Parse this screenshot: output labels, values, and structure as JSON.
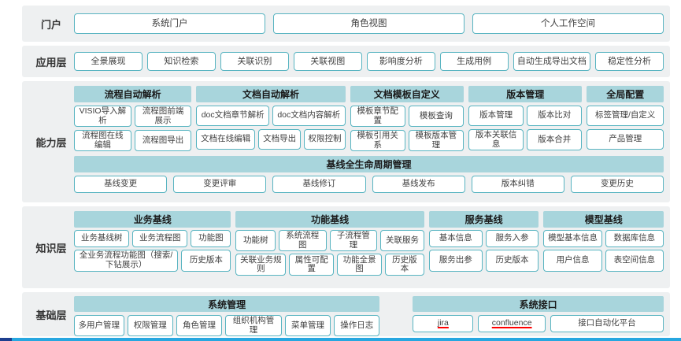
{
  "portal": {
    "label": "门户",
    "items": [
      "系统门户",
      "角色视图",
      "个人工作空间"
    ]
  },
  "application": {
    "label": "应用层",
    "items": [
      "全景展现",
      "知识检索",
      "关联识别",
      "关联视图",
      "影响度分析",
      "生成用例",
      "自动生成导出文档",
      "稳定性分析"
    ]
  },
  "capability": {
    "label": "能力层",
    "sections": [
      {
        "title": "流程自动解析",
        "rows": [
          [
            "VISIO导入解析",
            "流程图前端展示"
          ],
          [
            "流程图在线编辑",
            "流程图导出"
          ]
        ]
      },
      {
        "title": "文档自动解析",
        "rows": [
          [
            "doc文档章节解析",
            "doc文档内容解析"
          ],
          [
            "文档在线编辑",
            "文档导出",
            "权限控制"
          ]
        ]
      },
      {
        "title": "文档模板自定义",
        "rows": [
          [
            "模板章节配置",
            "模板查询"
          ],
          [
            "模板引用关系",
            "模板版本管理"
          ]
        ]
      },
      {
        "title": "版本管理",
        "rows": [
          [
            "版本管理",
            "版本比对"
          ],
          [
            "版本关联信息",
            "版本合并"
          ]
        ]
      },
      {
        "title": "全局配置",
        "rows": [
          [
            "标签管理/自定义"
          ],
          [
            "产品管理"
          ]
        ]
      }
    ],
    "lifecycle": {
      "title": "基线全生命周期管理",
      "items": [
        "基线变更",
        "变更评审",
        "基线修订",
        "基线发布",
        "版本纠错",
        "变更历史"
      ]
    }
  },
  "knowledge": {
    "label": "知识层",
    "sections": [
      {
        "title": "业务基线",
        "rows": [
          [
            "业务基线树",
            "业务流程图",
            "功能图"
          ],
          [
            "全业务流程功能图（搜索/下钻展示）",
            "历史版本"
          ]
        ]
      },
      {
        "title": "功能基线",
        "rows": [
          [
            "功能树",
            "系统流程图",
            "子流程管理",
            "关联服务"
          ],
          [
            "关联业务规则",
            "属性可配置",
            "功能全景图",
            "历史版本"
          ]
        ]
      },
      {
        "title": "服务基线",
        "rows": [
          [
            "基本信息",
            "服务入参"
          ],
          [
            "服务出参",
            "历史版本"
          ]
        ]
      },
      {
        "title": "模型基线",
        "rows": [
          [
            "模型基本信息",
            "数据库信息"
          ],
          [
            "用户信息",
            "表空间信息"
          ]
        ]
      }
    ]
  },
  "base": {
    "label": "基础层",
    "sections": [
      {
        "title": "系统管理",
        "items": [
          "多用户管理",
          "权限管理",
          "角色管理",
          "组织机构管理",
          "菜单管理",
          "操作日志"
        ]
      },
      {
        "title": "系统接口",
        "items": [
          "jira",
          "confluence",
          "接口自动化平台"
        ]
      }
    ]
  },
  "colors": {
    "header_teal": "#a8d5dc",
    "box_border": "#58b4c1",
    "row_background": "#eef0f1",
    "bottom_line_left": "#1d3f8f",
    "bottom_line_right": "#27a7e0"
  }
}
